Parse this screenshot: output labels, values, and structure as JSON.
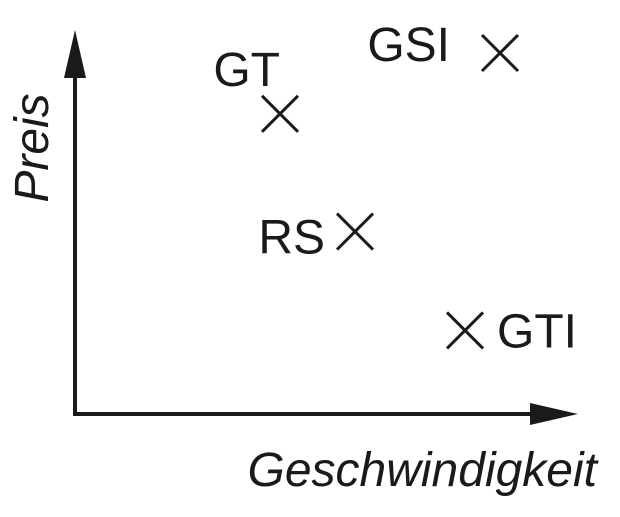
{
  "chart_data": {
    "type": "scatter",
    "title": "",
    "xlabel": "Geschwindigkeit",
    "ylabel": "Preis",
    "xlim": [
      0,
      10
    ],
    "ylim": [
      0,
      10
    ],
    "grid": false,
    "legend": "none",
    "ticks": "none",
    "marker": "x",
    "color": "#1a1a1a",
    "points": [
      {
        "label": "GSI",
        "x": 8.5,
        "y": 9.5,
        "label_side": "left"
      },
      {
        "label": "GT",
        "x": 4.1,
        "y": 7.9,
        "label_side": "top-left"
      },
      {
        "label": "RS",
        "x": 5.6,
        "y": 4.8,
        "label_side": "left"
      },
      {
        "label": "GTI",
        "x": 7.8,
        "y": 2.2,
        "label_side": "right"
      }
    ]
  }
}
